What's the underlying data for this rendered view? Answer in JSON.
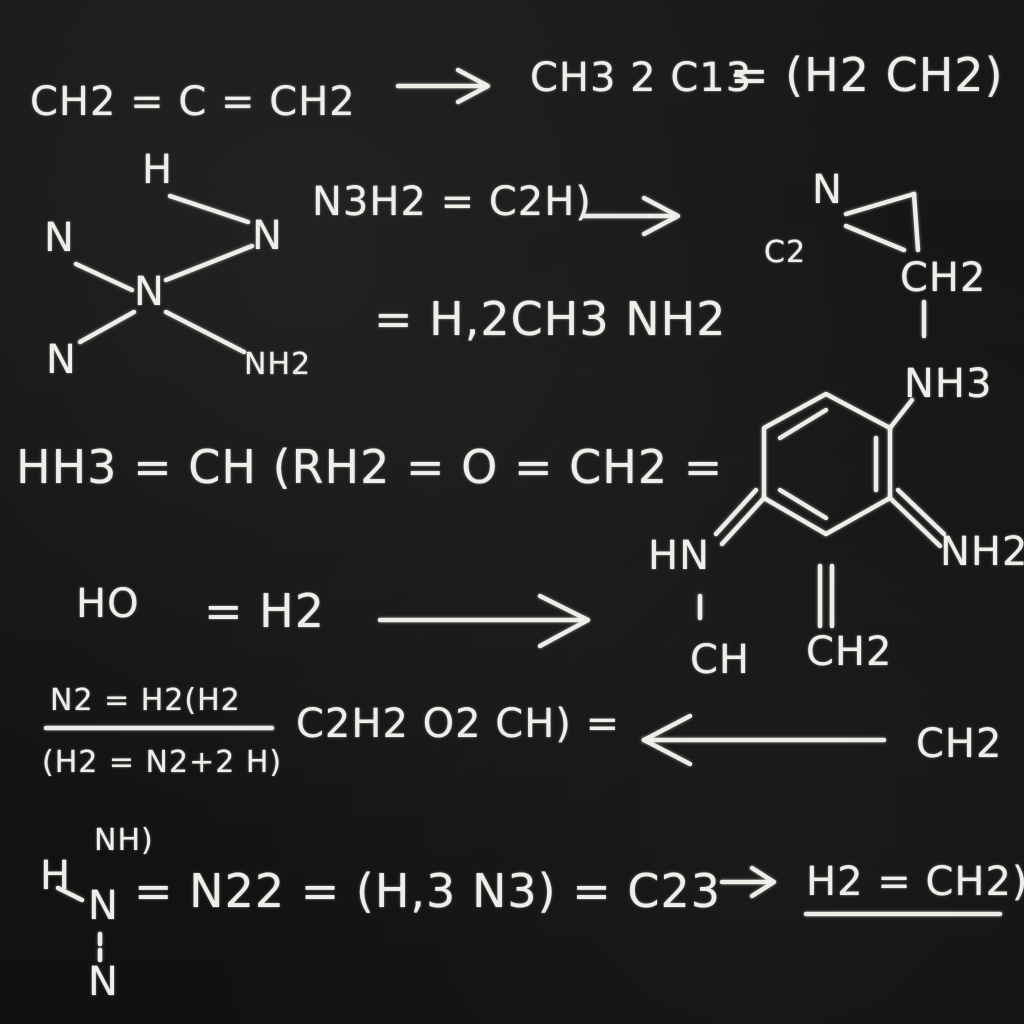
{
  "row1": {
    "left": "CH2 = C = CH2",
    "right_a": "CH3 2 C13",
    "right_b": "= (H2 CH2)"
  },
  "left_struct": {
    "h_top": "H",
    "n_tl": "N",
    "n_tr": "N",
    "n_center": "N",
    "n_bl": "N",
    "nh2": "NH2"
  },
  "row2": {
    "formula": "N3H2 = C2H)",
    "eq2": "= H,2CH3 NH2"
  },
  "aziridine": {
    "n": "N",
    "c2": "C2",
    "ch2": "CH2",
    "nh3": "NH3"
  },
  "row3": {
    "formula": "HH3 = CH (RH2 = O = CH2 ="
  },
  "benzene": {
    "hn": "HN",
    "nh2": "NH2",
    "ch": "CH",
    "ch2": "CH2"
  },
  "row4": {
    "ho": "HO",
    "eq": "= H2"
  },
  "row5": {
    "fraction_top": "N2 = H2(H2",
    "fraction_bottom": "(H2 = N2+2 H)",
    "formula": "C2H2 O2 CH) =",
    "right": "CH2"
  },
  "row6": {
    "stack_top": "NH)",
    "h_left": "H",
    "n_mid": "N",
    "n_bottom": "N",
    "formula": "= N22 = (H,3 N3) = C23",
    "result": "H2 = CH2)"
  }
}
